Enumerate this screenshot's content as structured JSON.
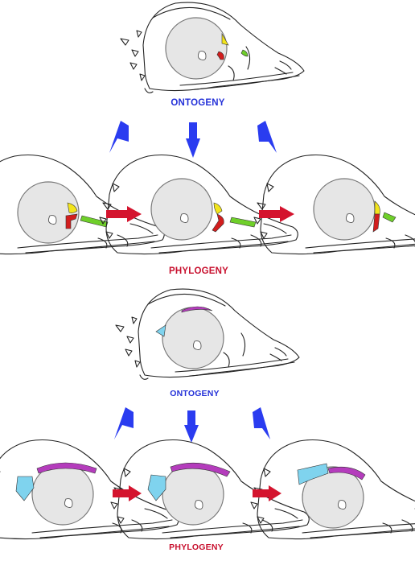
{
  "top_panel": {
    "label_ontogeny": "ONTOGENY",
    "label_phylogeny": "PHYLOGENY"
  },
  "bottom_panel": {
    "label_ontogeny": "ONTOGENY",
    "label_phylogeny": "PHYLOGENY"
  },
  "colors": {
    "ontogeny_text": "#2431d8",
    "phylogeny_text": "#c8102e",
    "ontogeny_arrow": "#2a3cf0",
    "phylogeny_arrow": "#d4142e",
    "bone_yellow": "#f2e41c",
    "bone_red": "#d21e1e",
    "bone_green": "#6fcf2a",
    "bone_purple": "#b43cbc",
    "bone_cyan": "#7fd3ee"
  }
}
